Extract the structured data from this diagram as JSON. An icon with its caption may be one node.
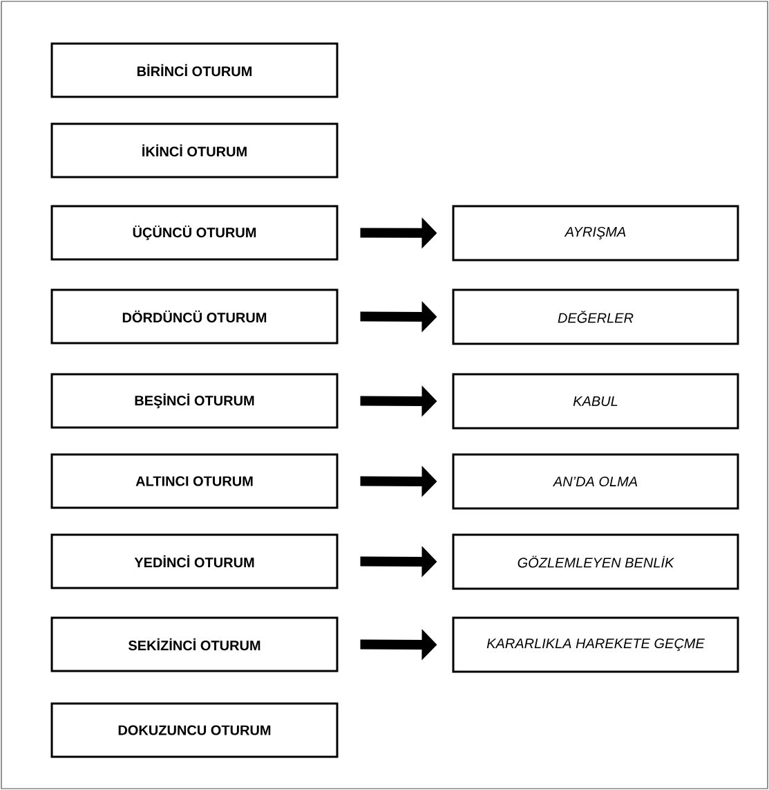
{
  "diagram": {
    "nodes": [
      {
        "text": [
          "BİRİNCİ OTURUM"
        ]
      },
      {
        "text": [
          "İKİNCİ OTURUM"
        ]
      },
      {
        "text": [
          "ÜÇÜNCÜ OTURUM"
        ]
      },
      {
        "text": [
          "DÖRDÜNCÜ OTURUM"
        ]
      },
      {
        "text": [
          "BEŞİNCİ OTURUM"
        ]
      },
      {
        "text": [
          "ALTINCI OTURUM"
        ]
      },
      {
        "text": [
          "YEDİNCİ OTURUM"
        ]
      },
      {
        "text": [
          "SEKİZİNCİ OTURUM"
        ]
      },
      {
        "text": [
          "DOKUZUNCU OTURUM"
        ]
      },
      {
        "text": [
          "AYRIŞMA"
        ]
      },
      {
        "text": [
          "DEĞERLER"
        ]
      },
      {
        "text": [
          "KABUL"
        ]
      },
      {
        "text": [
          "AN’DA OLMA"
        ]
      },
      {
        "text": [
          "GÖZLEMLEYEN BENLİK"
        ]
      },
      {
        "text": [
          "KARARLIKLA HAREKETE GEÇME"
        ]
      }
    ],
    "edges": [
      {
        "from": 2,
        "to": 9,
        "arrow": "to"
      },
      {
        "from": 3,
        "to": 10,
        "arrow": "to"
      },
      {
        "from": 4,
        "to": 11,
        "arrow": "to"
      },
      {
        "from": 5,
        "to": 12,
        "arrow": "to"
      },
      {
        "from": 6,
        "to": 13,
        "arrow": "to"
      },
      {
        "from": 7,
        "to": 14,
        "arrow": "to"
      }
    ]
  }
}
